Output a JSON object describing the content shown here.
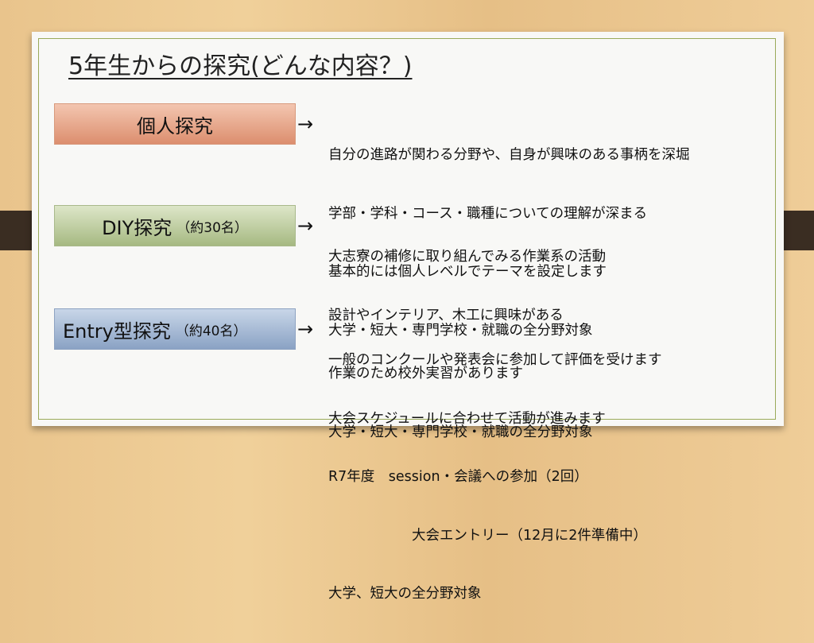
{
  "title": "5年生からの探究(どんな内容？)",
  "sections": [
    {
      "name": "個人探究",
      "count": "",
      "lines": [
        "自分の進路が関わる分野や、自身が興味のある事柄を深堀",
        "学部・学科・コース・職種についての理解が深まる",
        "基本的には個人レベルでテーマを設定します",
        "大学・短大・専門学校・就職の全分野対象"
      ]
    },
    {
      "name": "DIY探究",
      "count": "（約30名）",
      "lines": [
        "大志寮の補修に取り組んでみる作業系の活動",
        "設計やインテリア、木工に興味がある",
        "作業のため校外実習があります",
        "大学・短大・専門学校・就職の全分野対象"
      ]
    },
    {
      "name": "Entry型探究",
      "count": "（約40名）",
      "lines": [
        "一般のコンクールや発表会に参加して評価を受けます",
        "大会スケジュールに合わせて活動が進みます",
        "R7年度　session・会議への参加（2回）",
        "　　　　　　大会エントリー（12月に2件準備中）",
        "大学、短大の全分野対象"
      ]
    }
  ],
  "arrow": "→"
}
